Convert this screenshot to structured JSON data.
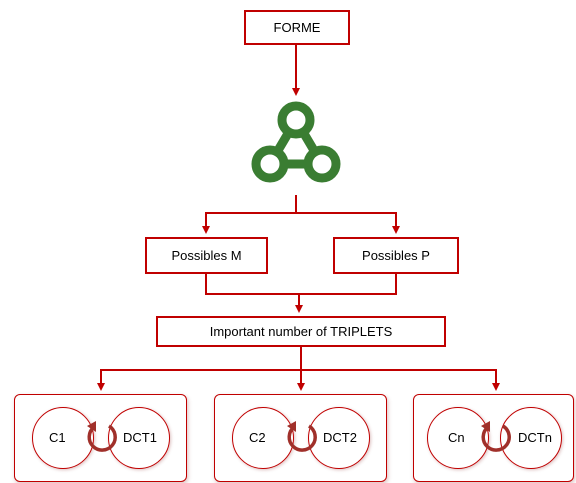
{
  "nodes": {
    "forme": "FORME",
    "possibles_m": "Possibles M",
    "possibles_p": "Possibles P",
    "triplets": "Important number of TRIPLETS"
  },
  "groups": [
    {
      "left_label": "C1",
      "right_label": "DCT1"
    },
    {
      "left_label": "C2",
      "right_label": "DCT2"
    },
    {
      "left_label": "Cn",
      "right_label": "DCTn"
    }
  ],
  "icons": {
    "center": "triangle-network-icon",
    "cycle": "cycle-arrow-icon"
  },
  "colors": {
    "line": "#c00000",
    "network_icon": "#3a7d32",
    "cycle_arrow": "#a0302a"
  }
}
